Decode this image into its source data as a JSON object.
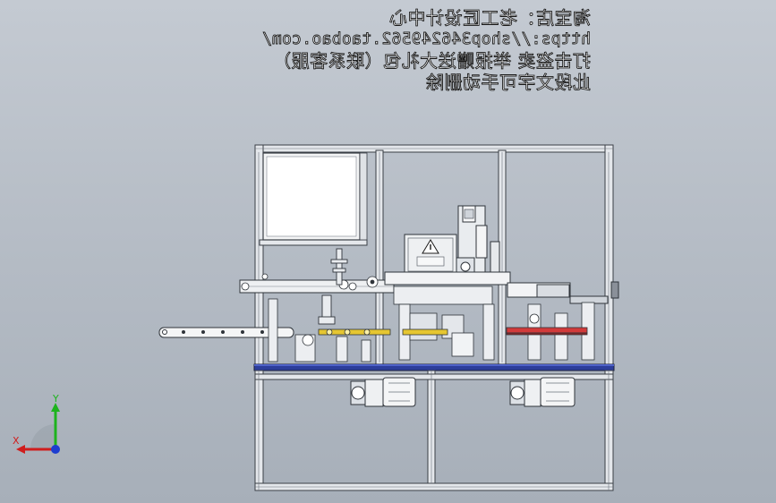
{
  "watermark": {
    "line1": "淘宝店：老工匠设计中心",
    "line2": "https://shop346249562.taobao.com/",
    "line3": "打击盗卖 举报赠送大礼包（联系客服）",
    "line4": "此段文字可手动删除"
  },
  "triad": {
    "x_label": "X",
    "y_label": "Y"
  },
  "colors": {
    "background": "#b6bdc6",
    "frame": "#e4e7eb",
    "frame_line": "#3a3f46",
    "base_rail": "#2c3d9a",
    "accent_yellow": "#e6c631",
    "accent_red": "#d23a3a",
    "axis_x": "#d01d1d",
    "axis_y": "#1db31d",
    "axis_z": "#1d3dd0"
  }
}
